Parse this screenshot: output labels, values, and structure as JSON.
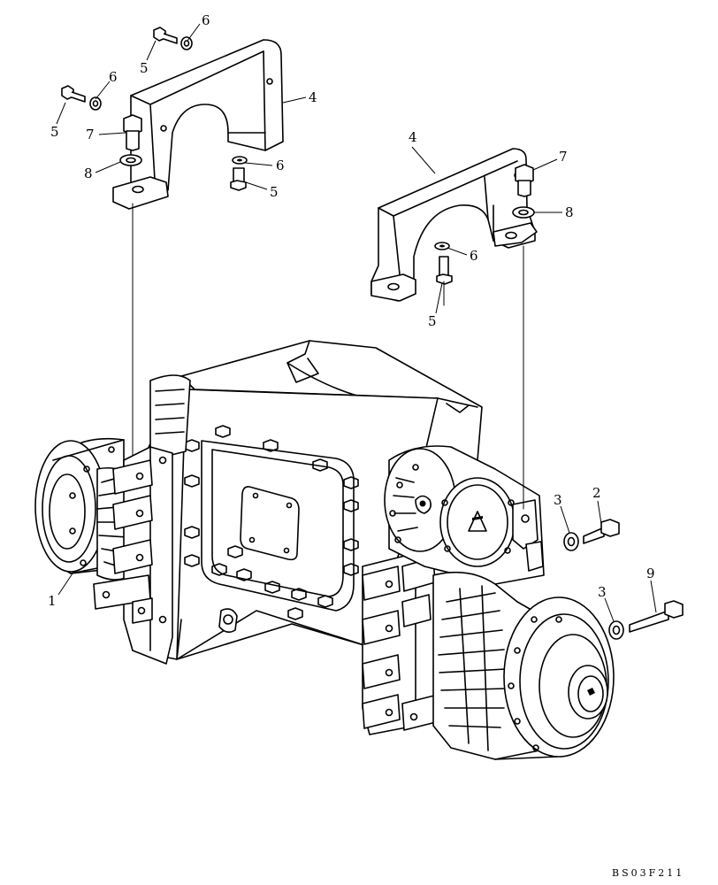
{
  "callouts": {
    "c1": "1",
    "c2": "2",
    "c3a": "3",
    "c3b": "3",
    "c4a": "4",
    "c4b": "4",
    "c5a": "5",
    "c5b": "5",
    "c5c": "5",
    "c5d": "5",
    "c6a": "6",
    "c6b": "6",
    "c6c": "6",
    "c6d": "6",
    "c7a": "7",
    "c7b": "7",
    "c8a": "8",
    "c8b": "8",
    "c9": "9"
  },
  "figure_code": "BS03F211"
}
